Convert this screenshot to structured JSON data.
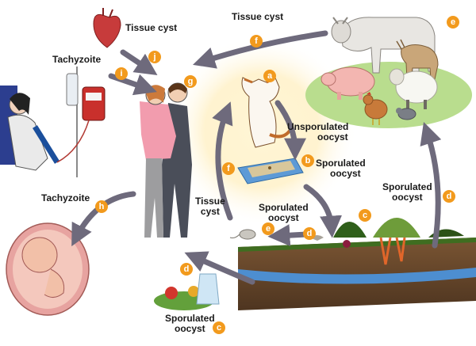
{
  "labels": {
    "tissue_cyst_top_left": "Tissue cyst",
    "tissue_cyst_top_right": "Tissue cyst",
    "tachyzoite_top": "Tachyzoite",
    "tachyzoite_left": "Tachyzoite",
    "unsporulated_oocyst": [
      "Unsporulated",
      "oocyst"
    ],
    "sporulated_oocyst_b": [
      "Sporulated",
      "oocyst"
    ],
    "sporulated_oocyst_d_center": [
      "Sporulated",
      "oocyst"
    ],
    "sporulated_oocyst_right": [
      "Sporulated",
      "oocyst"
    ],
    "sporulated_oocyst_bottom": [
      "Sporulated",
      "oocyst"
    ],
    "tissue_cyst_middle": [
      "Tissue",
      "cyst"
    ]
  },
  "badges": {
    "a": "a",
    "b": "b",
    "c_soil": "c",
    "c_bottom": "c",
    "d_center": "d",
    "d_right": "d",
    "d_bottom": "d",
    "e_mouse": "e",
    "e_animals": "e",
    "f_top": "f",
    "f_middle": "f",
    "g": "g",
    "h": "h",
    "i": "i",
    "j": "j"
  },
  "colors": {
    "arrow": "#6e6a7c",
    "badge": "#f29a1d",
    "soil": "#6a4a2c",
    "water": "#4d8ed0",
    "grass": "#5c8d2d",
    "pasture": "#b9dd8e",
    "glow": "#fff2c9"
  }
}
